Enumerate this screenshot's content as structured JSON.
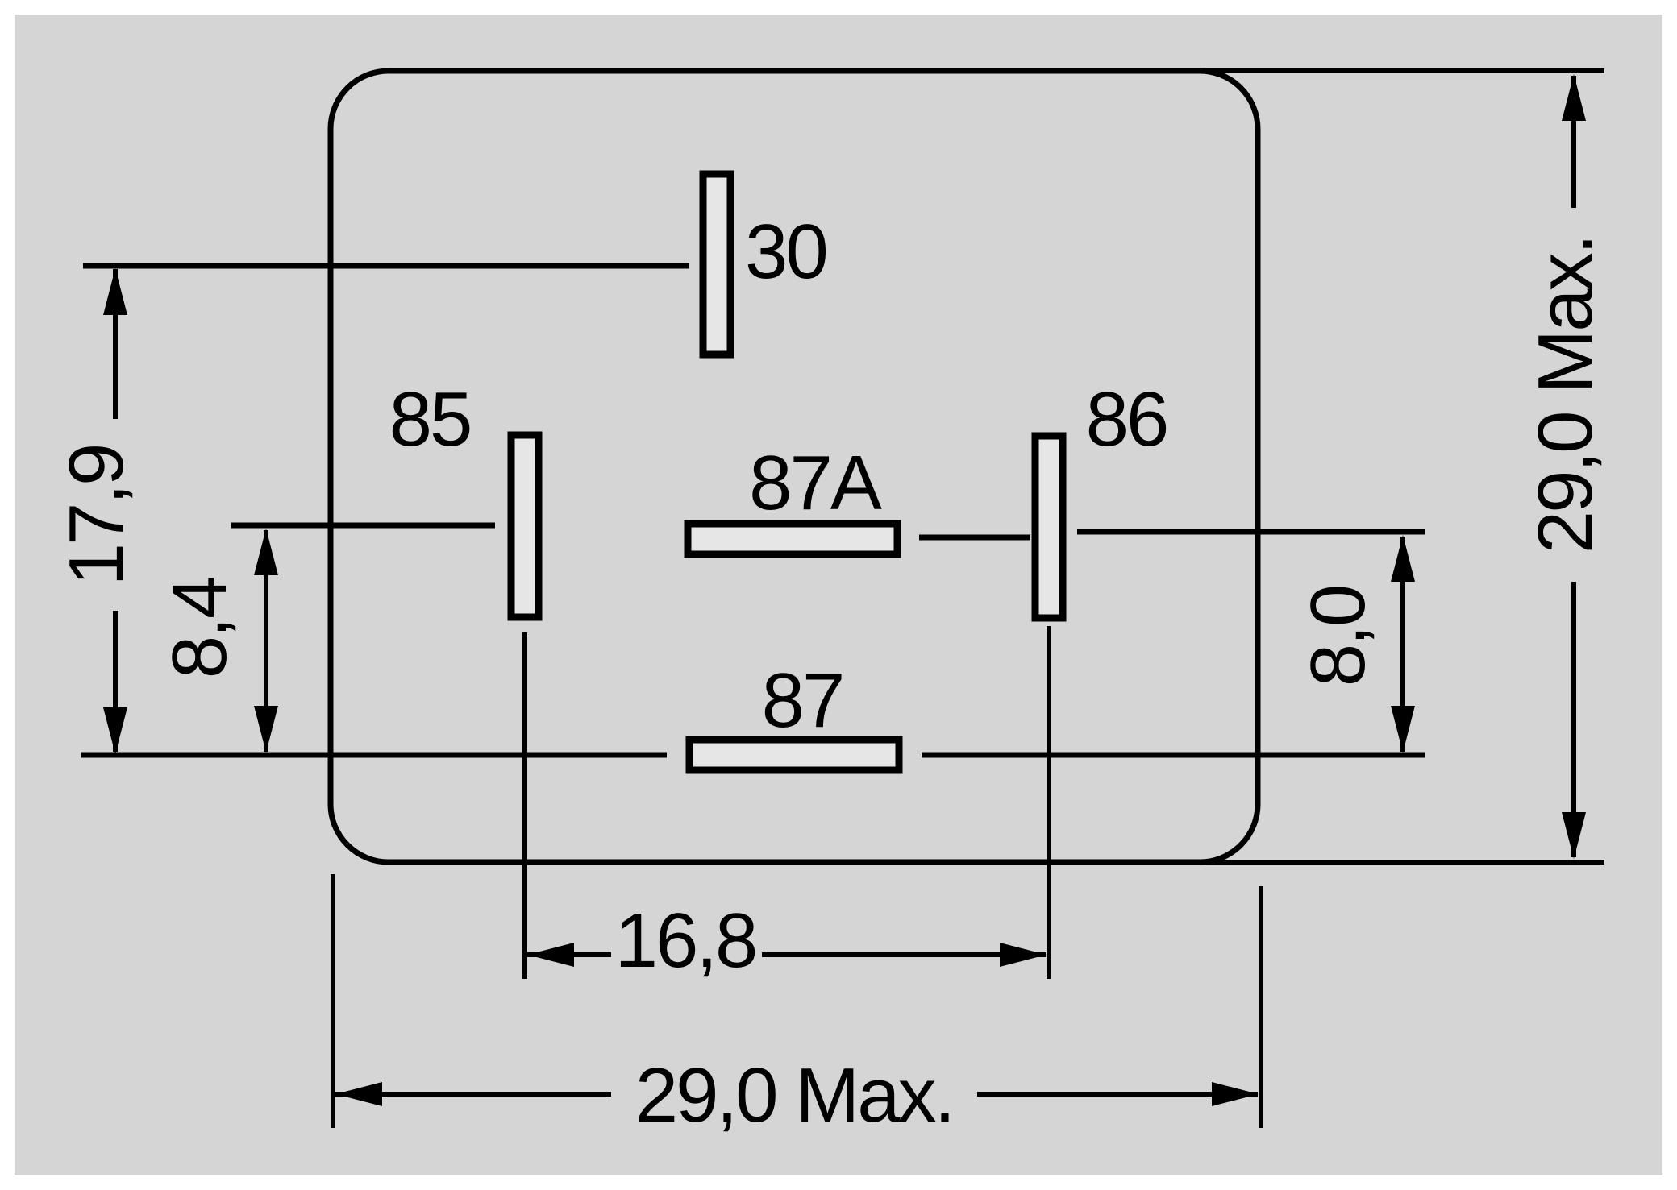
{
  "page": {
    "canvas_bg": "#ffffff",
    "panel_bg": "#d5d5d5",
    "ink": "#000000",
    "pin_fill": "#e6e6e6"
  },
  "relay_pinout": {
    "pins": [
      {
        "name": "30"
      },
      {
        "name": "85"
      },
      {
        "name": "86"
      },
      {
        "name": "87A"
      },
      {
        "name": "87"
      }
    ],
    "dimensions": {
      "offset_30_row": "17,9",
      "offset_left_rows": "8,4",
      "offset_right_rows": "8,0",
      "span_85_to_86": "16,8",
      "body_width": "29,0 Max.",
      "body_height": "29,0 Max."
    }
  }
}
